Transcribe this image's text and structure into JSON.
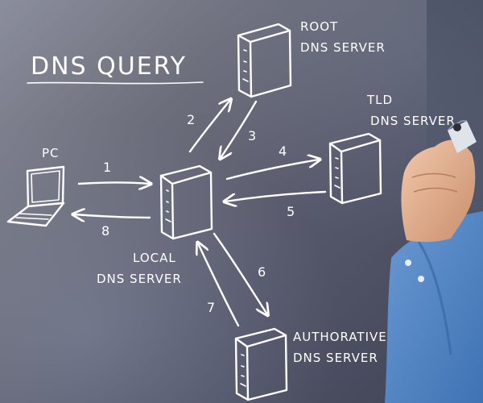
{
  "title": "DNS QUERY",
  "nodes": {
    "pc": {
      "label": "PC"
    },
    "local": {
      "line1": "LOCAL",
      "line2": "DNS SERVER"
    },
    "root": {
      "line1": "ROOT",
      "line2": "DNS SERVER"
    },
    "tld": {
      "line1": "TLD",
      "line2": "DNS SERVER"
    },
    "auth": {
      "line1": "AUTHORATIVE",
      "line2": "DNS SERVER"
    }
  },
  "steps": [
    "1",
    "2",
    "3",
    "4",
    "5",
    "6",
    "7",
    "8"
  ],
  "colors": {
    "chalk": "#ffffff",
    "shirt": "#4f86c6",
    "background": "#5f6272"
  }
}
